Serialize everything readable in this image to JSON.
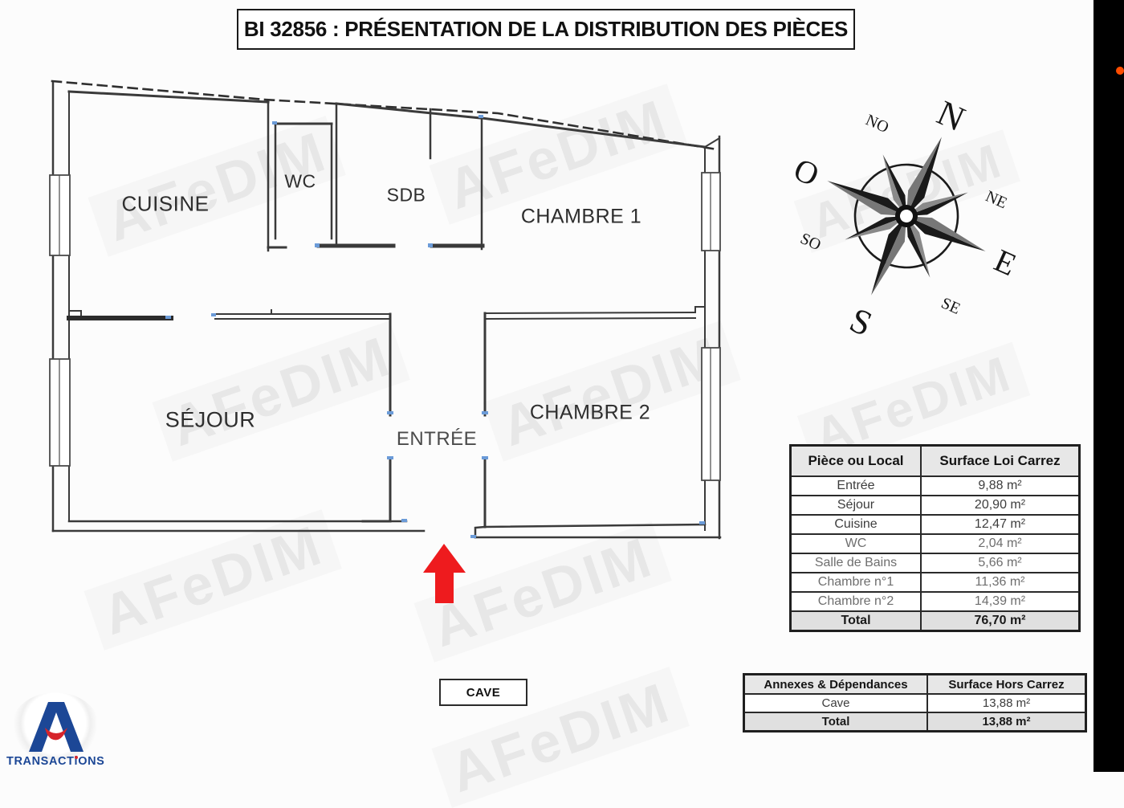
{
  "title": "BI 32856 : PRÉSENTATION DE LA DISTRIBUTION DES PIÈCES",
  "watermark": {
    "text": "AFeDIM"
  },
  "rooms": {
    "cuisine": "CUISINE",
    "wc": "WC",
    "sdb": "SDB",
    "chambre1": "CHAMBRE 1",
    "sejour": "SÉJOUR",
    "entree": "ENTRÉE",
    "chambre2": "CHAMBRE 2",
    "cave": "CAVE"
  },
  "compass": {
    "n": "N",
    "s": "S",
    "e": "E",
    "o": "O",
    "ne": "NE",
    "no": "NO",
    "se": "SE",
    "so": "SO"
  },
  "tables": {
    "carrez": {
      "headers": [
        "Pièce ou Local",
        "Surface Loi Carrez"
      ],
      "rows": [
        [
          "Entrée",
          "9,88 m²"
        ],
        [
          "Séjour",
          "20,90 m²"
        ],
        [
          "Cuisine",
          "12,47 m²"
        ],
        [
          "WC",
          "2,04 m²"
        ],
        [
          "Salle de Bains",
          "5,66 m²"
        ],
        [
          "Chambre n°1",
          "11,36 m²"
        ],
        [
          "Chambre n°2",
          "14,39 m²"
        ]
      ],
      "total": [
        "Total",
        "76,70 m²"
      ]
    },
    "annexes": {
      "headers": [
        "Annexes & Dépendances",
        "Surface Hors Carrez"
      ],
      "rows": [
        [
          "Cave",
          "13,88 m²"
        ]
      ],
      "total": [
        "Total",
        "13,88 m²"
      ]
    }
  },
  "logo": {
    "part1": "TRANSACT",
    "dotted_i": "i",
    "part2": "ONS"
  },
  "colors": {
    "arrow_red": "#ee1b1e",
    "logo_blue": "#1c4796",
    "logo_red": "#d6242b",
    "right_bar": "#000000",
    "orange_dot": "#ff4d00",
    "wall": "#3a3a3a"
  }
}
